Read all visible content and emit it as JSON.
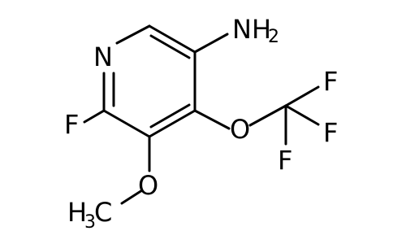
{
  "atoms": {
    "nitrogen": "N",
    "fluorine_ring": "F",
    "oxygen_methoxy": "O",
    "methyl": "H",
    "methyl_c": "C",
    "methyl_sub": "3",
    "amine": "NH",
    "amine_sub": "2",
    "oxygen_ocf3": "O",
    "fluorine_1": "F",
    "fluorine_2": "F",
    "fluorine_3": "F"
  },
  "colors": {
    "nitrogen": "#3050F8",
    "oxygen": "#FF0D0D",
    "fluorine": "#90E050",
    "carbon": "#000000"
  }
}
